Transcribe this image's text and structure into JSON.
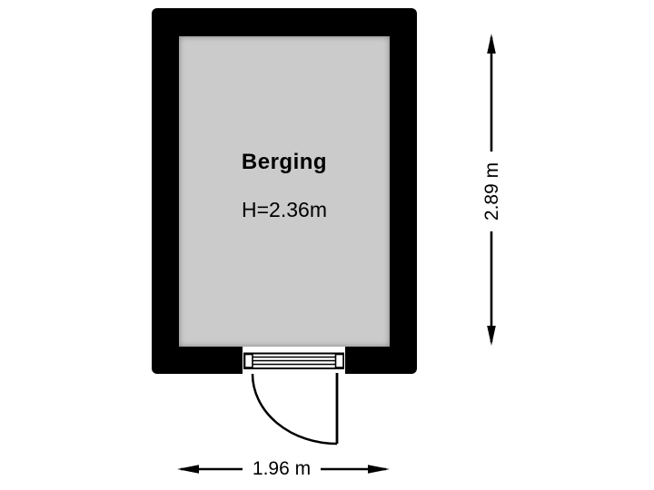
{
  "floorplan": {
    "room": {
      "name": "Berging",
      "ceiling_height_label": "H=2.36m"
    },
    "dimensions": {
      "width_label": "1.96 m",
      "height_label": "2.89 m"
    },
    "colors": {
      "wall": "#000000",
      "floor": "#cbcbcb",
      "background": "#ffffff",
      "line": "#000000",
      "label_background": "#ffffff"
    }
  }
}
